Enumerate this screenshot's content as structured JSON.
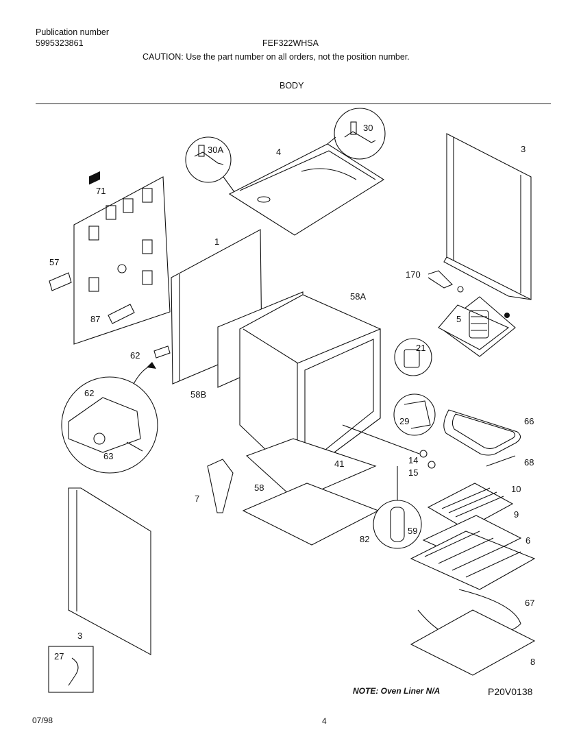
{
  "header": {
    "publication_label": "Publication number",
    "publication_number": "5995323861",
    "model": "FEF322WHSA",
    "caution": "CAUTION:  Use the part number on all orders, not the position number.",
    "section": "BODY"
  },
  "footer": {
    "note": "NOTE:  Oven Liner N/A",
    "reference": "P20V0138",
    "date": "07/98",
    "page": "4"
  },
  "callouts": [
    {
      "id": "c30",
      "label": "30"
    },
    {
      "id": "c30a",
      "label": "30A"
    },
    {
      "id": "c4",
      "label": "4"
    },
    {
      "id": "c3top",
      "label": "3"
    },
    {
      "id": "c71",
      "label": "71"
    },
    {
      "id": "c1",
      "label": "1"
    },
    {
      "id": "c57",
      "label": "57"
    },
    {
      "id": "c87",
      "label": "87"
    },
    {
      "id": "c170",
      "label": "170"
    },
    {
      "id": "c5",
      "label": "5"
    },
    {
      "id": "c58a",
      "label": "58A"
    },
    {
      "id": "c21",
      "label": "21"
    },
    {
      "id": "c62a",
      "label": "62"
    },
    {
      "id": "c62b",
      "label": "62"
    },
    {
      "id": "c63",
      "label": "63"
    },
    {
      "id": "c58b",
      "label": "58B"
    },
    {
      "id": "c29",
      "label": "29"
    },
    {
      "id": "c66",
      "label": "66"
    },
    {
      "id": "c14",
      "label": "14"
    },
    {
      "id": "c15",
      "label": "15"
    },
    {
      "id": "c68",
      "label": "68"
    },
    {
      "id": "c41",
      "label": "41"
    },
    {
      "id": "c7",
      "label": "7"
    },
    {
      "id": "c58",
      "label": "58"
    },
    {
      "id": "c10",
      "label": "10"
    },
    {
      "id": "c9",
      "label": "9"
    },
    {
      "id": "c6",
      "label": "6"
    },
    {
      "id": "c82",
      "label": "82"
    },
    {
      "id": "c59",
      "label": "59"
    },
    {
      "id": "c67",
      "label": "67"
    },
    {
      "id": "c3bot",
      "label": "3"
    },
    {
      "id": "c27",
      "label": "27"
    },
    {
      "id": "c8",
      "label": "8"
    }
  ]
}
